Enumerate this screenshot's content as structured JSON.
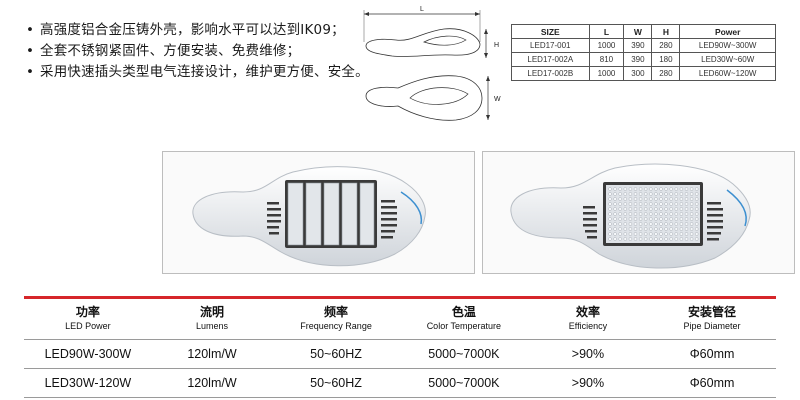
{
  "features": [
    "高强度铝合金压铸外壳，影响水平可以达到IK09；",
    "全套不锈钢紧固件、方便安装、免费维修；",
    "采用快速插头类型电气连接设计，维护更方便、安全。"
  ],
  "bullet": "•",
  "diagram": {
    "length_label": "L",
    "height_label": "H",
    "width_label": "W"
  },
  "spec_table": {
    "headers": [
      "SIZE",
      "L",
      "W",
      "H",
      "Power"
    ],
    "rows": [
      [
        "LED17-001",
        "1000",
        "390",
        "280",
        "LED90W~300W"
      ],
      [
        "LED17-002A",
        "810",
        "390",
        "180",
        "LED30W~60W"
      ],
      [
        "LED17-002B",
        "1000",
        "300",
        "280",
        "LED60W~120W"
      ]
    ]
  },
  "colors": {
    "accent_red": "#d6262a",
    "lamp_body": "#e9ecef",
    "module": "#d9dde2"
  },
  "bottom_table": {
    "headers": [
      {
        "cn": "功率",
        "en": "LED Power"
      },
      {
        "cn": "流明",
        "en": "Lumens"
      },
      {
        "cn": "频率",
        "en": "Frequency Range"
      },
      {
        "cn": "色温",
        "en": "Color Temperature"
      },
      {
        "cn": "效率",
        "en": "Efficiency"
      },
      {
        "cn": "安装管径",
        "en": "Pipe Diameter"
      }
    ],
    "rows": [
      [
        "LED90W-300W",
        "120lm/W",
        "50~60HZ",
        "5000~7000K",
        ">90%",
        "Φ60mm"
      ],
      [
        "LED30W-120W",
        "120lm/W",
        "50~60HZ",
        "5000~7000K",
        ">90%",
        "Φ60mm"
      ]
    ]
  }
}
